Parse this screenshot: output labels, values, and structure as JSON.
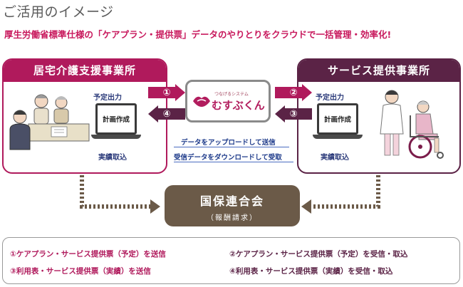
{
  "title": "ご活用のイメージ",
  "subtitle": "厚生労働省標準仕様の「ケアプラン・提供票」データのやりとりをクラウドで一括管理・効率化!",
  "left_panel": {
    "title": "居宅介護支援事業所",
    "output_label": "予定出力",
    "screen_text": "計画作成",
    "input_label": "実績取込"
  },
  "right_panel": {
    "title": "サービス提供事業所",
    "output_label": "予定出力",
    "screen_text": "計画作成",
    "input_label": "実績取込"
  },
  "center": {
    "logo_small": "つなげるシステム",
    "logo_main": "むすぶくん",
    "upload_text": "データをアップロードして送信",
    "download_text": "受信データをダウンロードして受取"
  },
  "arrows": {
    "n1": "①",
    "n2": "②",
    "n3": "③",
    "n4": "④"
  },
  "kokuho": {
    "name": "国保連合会",
    "sub": "（報酬請求）"
  },
  "legend": [
    "①ケアプラン・サービス提供票（予定）を送信",
    "②ケアプラン・サービス提供票（予定）を受信・取込",
    "③利用表・サービス提供票（実績）を送信",
    "④利用表・サービス提供票（実績）を受信・取込"
  ],
  "colors": {
    "magenta": "#b01a5c",
    "plum": "#5b2346",
    "brown": "#6b5a48",
    "navy": "#2b3a7a"
  }
}
